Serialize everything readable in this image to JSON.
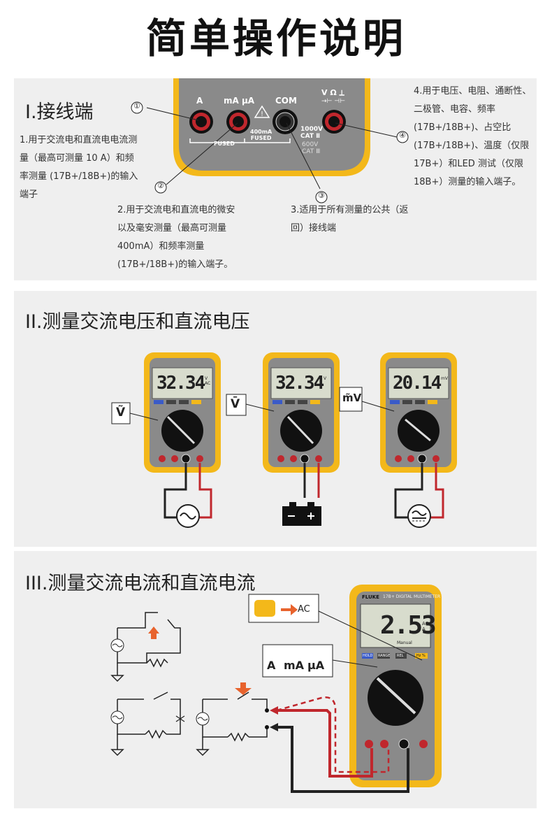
{
  "page_title": "简单操作说明",
  "section1": {
    "title": "I.接线端",
    "jack_labels": {
      "a": "A",
      "ma": "mA µA",
      "com": "COM",
      "v": "V Ω ⟂",
      "v_sym": "→⊢ ⊣⊢"
    },
    "meter_texts": {
      "fused1": "FUSED",
      "fused2": "400mA\nFUSED",
      "cat1": "1000V\nCAT Ⅱ",
      "cat2": "600V\nCAT Ⅲ"
    },
    "callout_numbers": [
      "①",
      "②",
      "③",
      "④"
    ],
    "desc1": "1.用于交流电和直流电电流测量（最高可测量 10 A）和频率测量 (17B+/18B+)的输入端子",
    "desc2": "2.用于交流电和直流电的微安以及毫安测量（最高可测量 400mA）和频率测量(17B+/18B+)的输入端子。",
    "desc3": "3.适用于所有测量的公共（返回）接线端",
    "desc4": "4.用于电压、电阻、通断性、二极管、电容、频率(17B+/18B+)、占空比(17B+/18B+)、温度（仅限17B+）和LED 测试（仅限18B+）测量的输入端子。"
  },
  "section2": {
    "title": "II.测量交流电压和直流电压",
    "meters": [
      {
        "reading": "32.34",
        "unit": "V AC",
        "badge": "Ṽ",
        "source": "~"
      },
      {
        "reading": "32.34",
        "unit": "V",
        "badge": "V̄",
        "source": "battery"
      },
      {
        "reading": "20.14",
        "unit": "mV",
        "badge": "m̃V",
        "source": "≂"
      }
    ]
  },
  "section3": {
    "title": "III.测量交流电流和直流电流",
    "ac_label": "AC",
    "range_labels": [
      "A",
      "mA",
      "µA"
    ],
    "meter": {
      "brand": "FLUKE",
      "model": "17B+ DIGITAL MULTIMETER",
      "reading": "2.53",
      "unit": "AC A",
      "mode": "Manual",
      "buttons": [
        "HOLD",
        "RANGE",
        "REL",
        "Hz %"
      ]
    }
  }
}
